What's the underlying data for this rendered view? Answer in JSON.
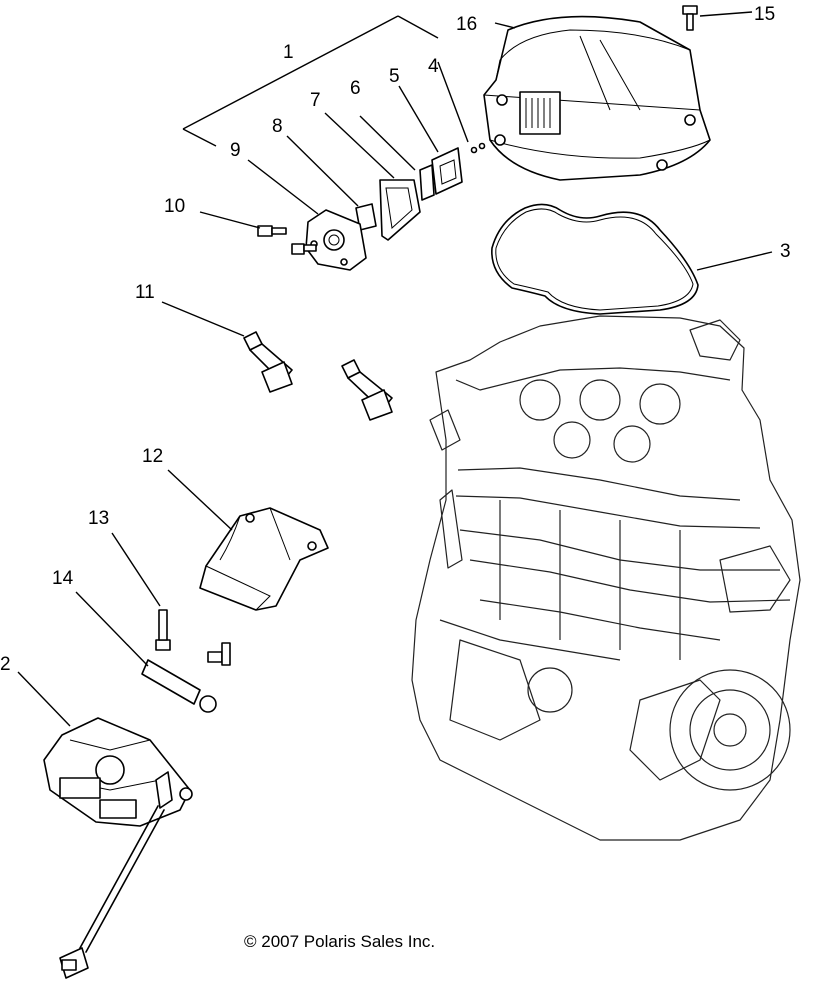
{
  "copyright": "© 2007 Polaris Sales Inc.",
  "callouts": [
    {
      "id": "c1",
      "text": "1"
    },
    {
      "id": "c2",
      "text": "2"
    },
    {
      "id": "c3",
      "text": "3"
    },
    {
      "id": "c4",
      "text": "4"
    },
    {
      "id": "c5",
      "text": "5"
    },
    {
      "id": "c6",
      "text": "6"
    },
    {
      "id": "c7",
      "text": "7"
    },
    {
      "id": "c8",
      "text": "8"
    },
    {
      "id": "c9",
      "text": "9"
    },
    {
      "id": "c10",
      "text": "10"
    },
    {
      "id": "c11",
      "text": "11"
    },
    {
      "id": "c12",
      "text": "12"
    },
    {
      "id": "c13",
      "text": "13"
    },
    {
      "id": "c14",
      "text": "14"
    },
    {
      "id": "c15",
      "text": "15"
    },
    {
      "id": "c16",
      "text": "16"
    }
  ]
}
